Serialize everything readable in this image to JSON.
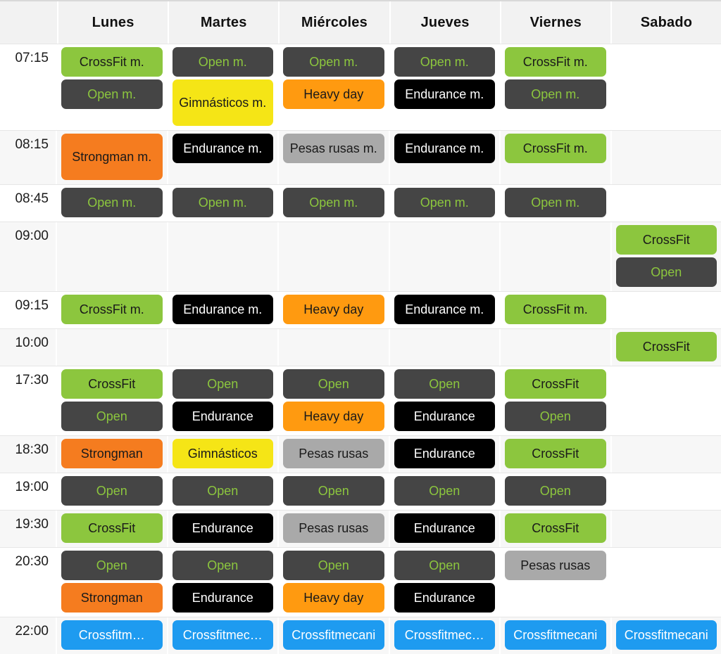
{
  "header": {
    "time_col_label": "",
    "days": [
      "Lunes",
      "Martes",
      "Miércoles",
      "Jueves",
      "Viernes",
      "Sabado"
    ]
  },
  "palette": {
    "crossfit": "#8cc63e",
    "open_bg": "#454545",
    "open_text": "#8cc63e",
    "gimnasticos": "#f5e516",
    "heavy_day": "#ff9a10",
    "endurance": "#000000",
    "strongman": "#f57c1f",
    "pesas_rusas": "#a9a9a9",
    "promo": "#1e9bf0",
    "header_bg": "#f2f2f2",
    "row_shade": "#f7f7f7"
  },
  "rows": [
    {
      "time": "07:15",
      "shade": false,
      "cells": [
        [
          {
            "label": "CrossFit m.",
            "kind": "crossfit"
          },
          {
            "label": "Open m.",
            "kind": "open"
          }
        ],
        [
          {
            "label": "Open m.",
            "kind": "open"
          },
          {
            "label": "Gimnásticos m.",
            "kind": "gimnasticos",
            "tall": true
          }
        ],
        [
          {
            "label": "Open m.",
            "kind": "open"
          },
          {
            "label": "Heavy day",
            "kind": "heavy"
          }
        ],
        [
          {
            "label": "Open m.",
            "kind": "open"
          },
          {
            "label": "Endurance m.",
            "kind": "endurance"
          }
        ],
        [
          {
            "label": "CrossFit m.",
            "kind": "crossfit"
          },
          {
            "label": "Open m.",
            "kind": "open"
          }
        ],
        []
      ]
    },
    {
      "time": "08:15",
      "shade": true,
      "cells": [
        [
          {
            "label": "Strongman m.",
            "kind": "strongman",
            "tall": true
          }
        ],
        [
          {
            "label": "Endurance m.",
            "kind": "endurance"
          }
        ],
        [
          {
            "label": "Pesas rusas m.",
            "kind": "pesas"
          }
        ],
        [
          {
            "label": "Endurance m.",
            "kind": "endurance"
          }
        ],
        [
          {
            "label": "CrossFit m.",
            "kind": "crossfit"
          }
        ],
        []
      ]
    },
    {
      "time": "08:45",
      "shade": false,
      "cells": [
        [
          {
            "label": "Open m.",
            "kind": "open"
          }
        ],
        [
          {
            "label": "Open m.",
            "kind": "open"
          }
        ],
        [
          {
            "label": "Open m.",
            "kind": "open"
          }
        ],
        [
          {
            "label": "Open m.",
            "kind": "open"
          }
        ],
        [
          {
            "label": "Open m.",
            "kind": "open"
          }
        ],
        []
      ]
    },
    {
      "time": "09:00",
      "shade": true,
      "cells": [
        [],
        [],
        [],
        [],
        [],
        [
          {
            "label": "CrossFit",
            "kind": "crossfit"
          },
          {
            "label": "Open",
            "kind": "open"
          }
        ]
      ]
    },
    {
      "time": "09:15",
      "shade": false,
      "cells": [
        [
          {
            "label": "CrossFit m.",
            "kind": "crossfit"
          }
        ],
        [
          {
            "label": "Endurance m.",
            "kind": "endurance"
          }
        ],
        [
          {
            "label": "Heavy day",
            "kind": "heavy"
          }
        ],
        [
          {
            "label": "Endurance m.",
            "kind": "endurance"
          }
        ],
        [
          {
            "label": "CrossFit m.",
            "kind": "crossfit"
          }
        ],
        []
      ]
    },
    {
      "time": "10:00",
      "shade": true,
      "cells": [
        [],
        [],
        [],
        [],
        [],
        [
          {
            "label": "CrossFit",
            "kind": "crossfit"
          }
        ]
      ]
    },
    {
      "time": "17:30",
      "shade": false,
      "cells": [
        [
          {
            "label": "CrossFit",
            "kind": "crossfit"
          },
          {
            "label": "Open",
            "kind": "open"
          }
        ],
        [
          {
            "label": "Open",
            "kind": "open"
          },
          {
            "label": "Endurance",
            "kind": "endurance"
          }
        ],
        [
          {
            "label": "Open",
            "kind": "open"
          },
          {
            "label": "Heavy day",
            "kind": "heavy"
          }
        ],
        [
          {
            "label": "Open",
            "kind": "open"
          },
          {
            "label": "Endurance",
            "kind": "endurance"
          }
        ],
        [
          {
            "label": "CrossFit",
            "kind": "crossfit"
          },
          {
            "label": "Open",
            "kind": "open"
          }
        ],
        []
      ]
    },
    {
      "time": "18:30",
      "shade": true,
      "cells": [
        [
          {
            "label": "Strongman",
            "kind": "strongman"
          }
        ],
        [
          {
            "label": "Gimnásticos",
            "kind": "gimnasticos"
          }
        ],
        [
          {
            "label": "Pesas rusas",
            "kind": "pesas"
          }
        ],
        [
          {
            "label": "Endurance",
            "kind": "endurance"
          }
        ],
        [
          {
            "label": "CrossFit",
            "kind": "crossfit"
          }
        ],
        []
      ]
    },
    {
      "time": "19:00",
      "shade": false,
      "cells": [
        [
          {
            "label": "Open",
            "kind": "open"
          }
        ],
        [
          {
            "label": "Open",
            "kind": "open"
          }
        ],
        [
          {
            "label": "Open",
            "kind": "open"
          }
        ],
        [
          {
            "label": "Open",
            "kind": "open"
          }
        ],
        [
          {
            "label": "Open",
            "kind": "open"
          }
        ],
        []
      ]
    },
    {
      "time": "19:30",
      "shade": true,
      "cells": [
        [
          {
            "label": "CrossFit",
            "kind": "crossfit"
          }
        ],
        [
          {
            "label": "Endurance",
            "kind": "endurance"
          }
        ],
        [
          {
            "label": "Pesas rusas",
            "kind": "pesas"
          }
        ],
        [
          {
            "label": "Endurance",
            "kind": "endurance"
          }
        ],
        [
          {
            "label": "CrossFit",
            "kind": "crossfit"
          }
        ],
        []
      ]
    },
    {
      "time": "20:30",
      "shade": false,
      "cells": [
        [
          {
            "label": "Open",
            "kind": "open"
          },
          {
            "label": "Strongman",
            "kind": "strongman"
          }
        ],
        [
          {
            "label": "Open",
            "kind": "open"
          },
          {
            "label": "Endurance",
            "kind": "endurance"
          }
        ],
        [
          {
            "label": "Open",
            "kind": "open"
          },
          {
            "label": "Heavy day",
            "kind": "heavy"
          }
        ],
        [
          {
            "label": "Open",
            "kind": "open"
          },
          {
            "label": "Endurance",
            "kind": "endurance"
          }
        ],
        [
          {
            "label": "Pesas rusas",
            "kind": "pesas"
          }
        ],
        []
      ]
    },
    {
      "time": "22:00",
      "shade": true,
      "cells": [
        [
          {
            "label": "Crossfitm…",
            "kind": "promo"
          }
        ],
        [
          {
            "label": "Crossfitmec…",
            "kind": "promo"
          }
        ],
        [
          {
            "label": "Crossfitmecani",
            "kind": "promo"
          }
        ],
        [
          {
            "label": "Crossfitmec…",
            "kind": "promo"
          }
        ],
        [
          {
            "label": "Crossfitmecani",
            "kind": "promo"
          }
        ],
        [
          {
            "label": "Crossfitmecani",
            "kind": "promo"
          }
        ]
      ]
    }
  ]
}
